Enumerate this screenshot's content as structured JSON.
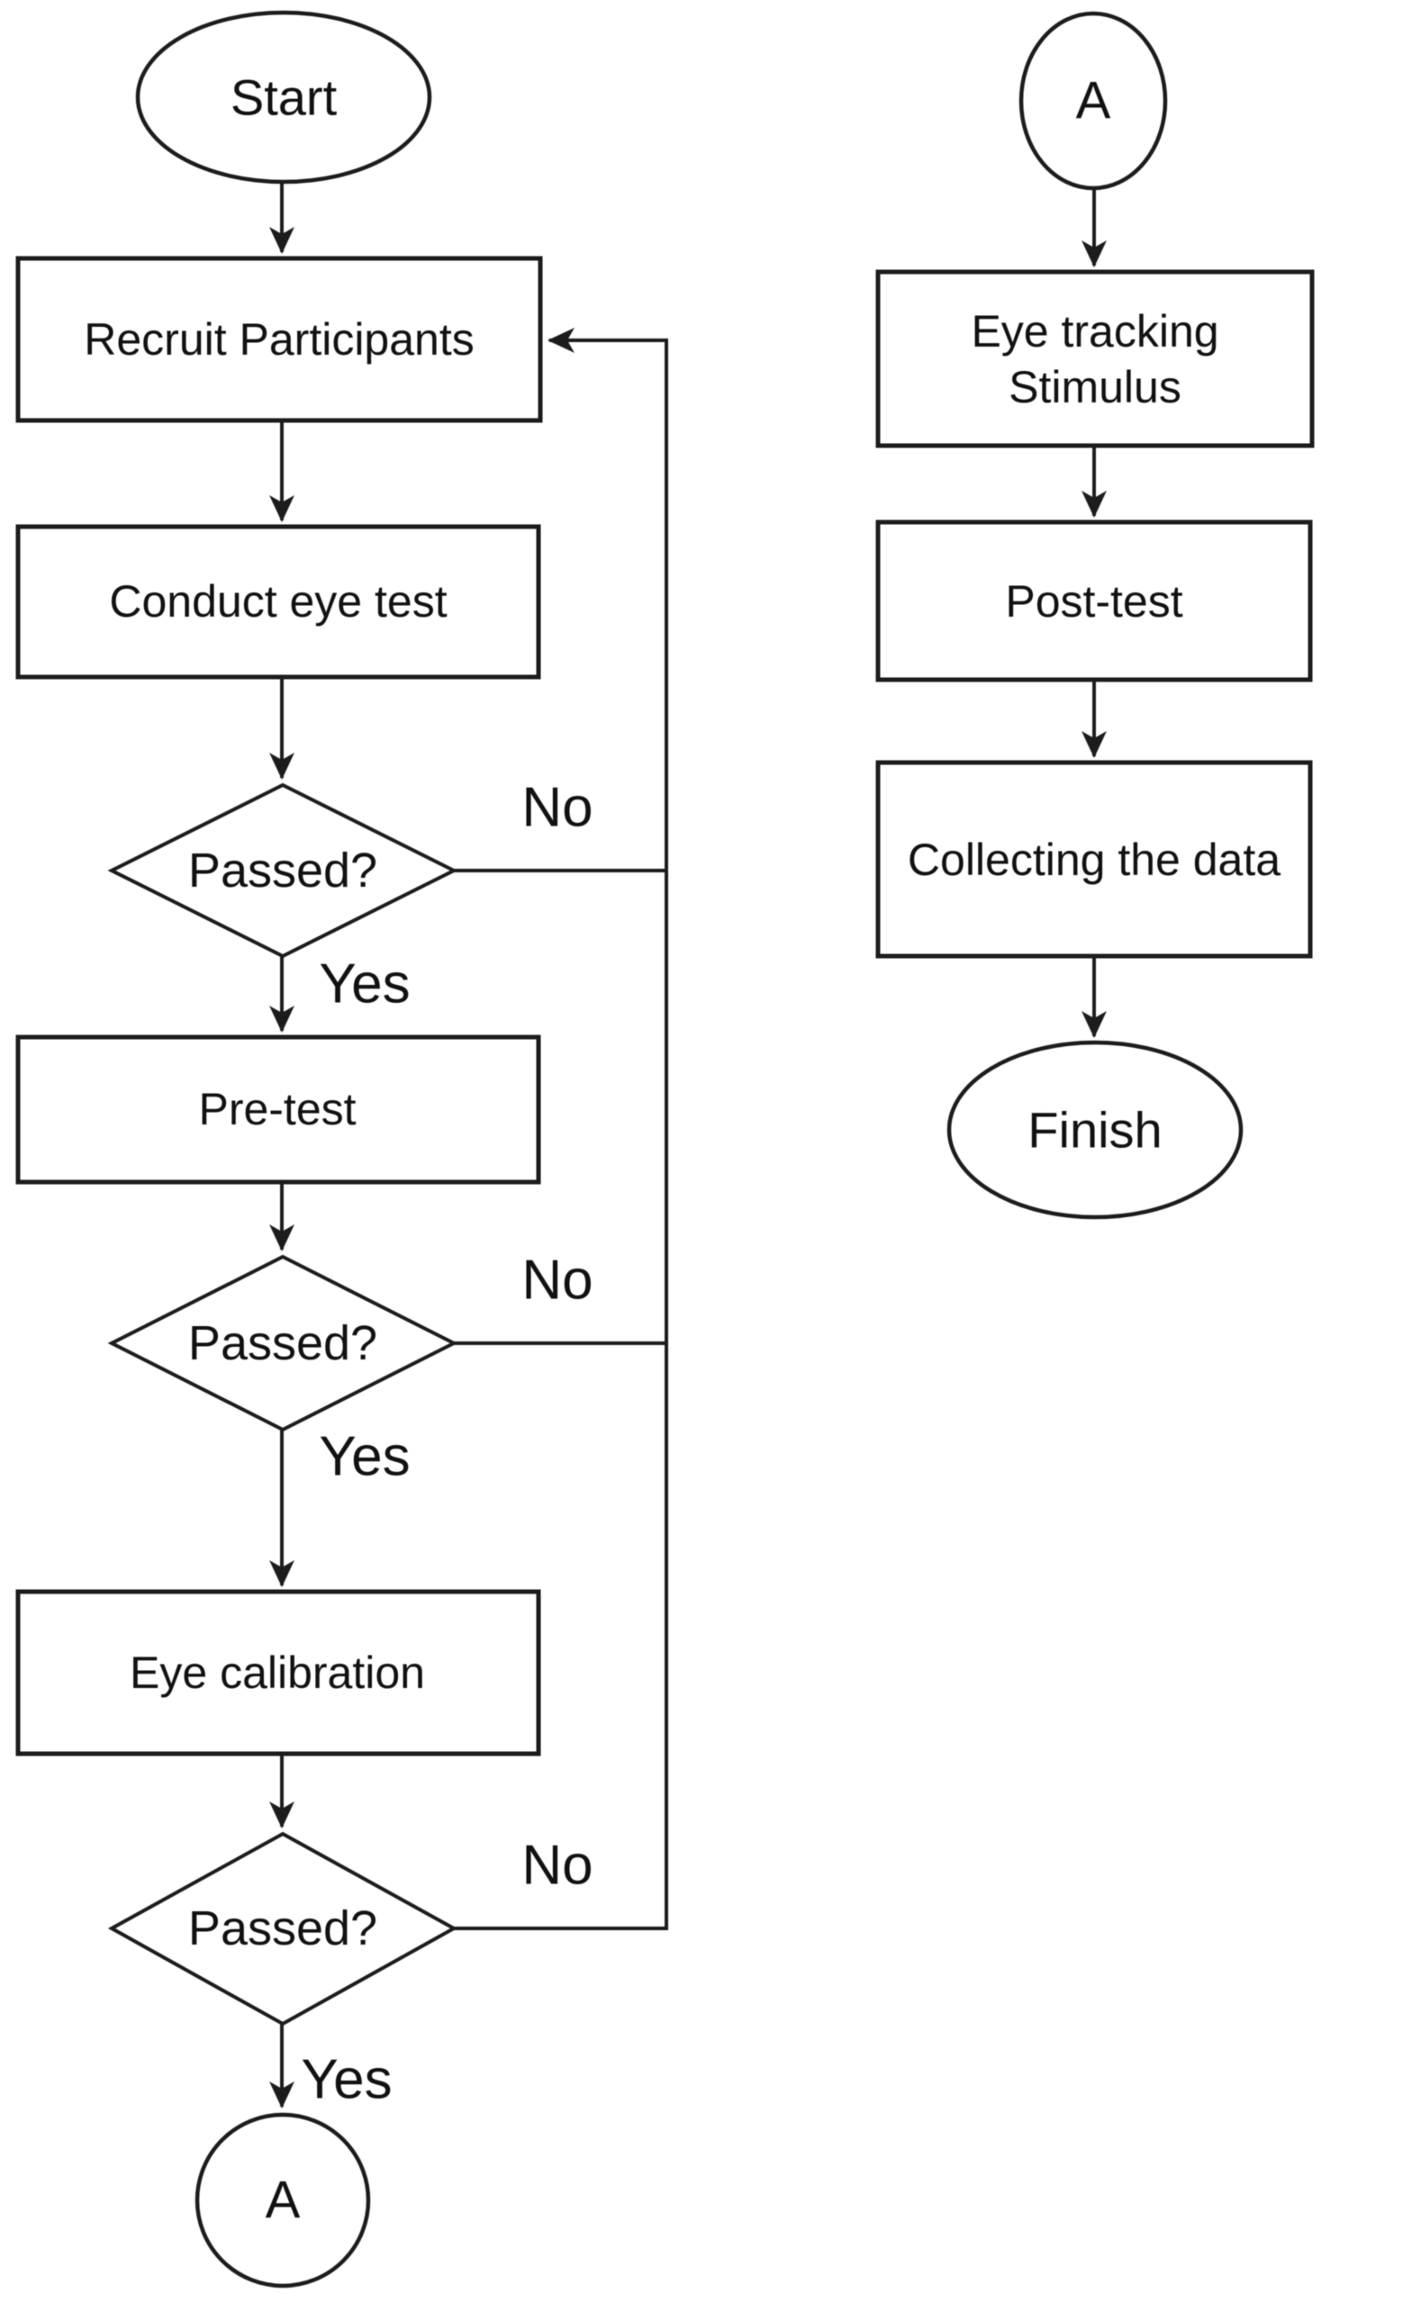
{
  "colors": {
    "background": "#ffffff",
    "shape_fill": "#ffffff",
    "stroke": "#1c1c1c",
    "text": "#111111"
  },
  "nodes": {
    "start": "Start",
    "recruit": "Recruit Participants",
    "conduct": "Conduct eye test",
    "passed1": "Passed?",
    "pretest": "Pre-test",
    "passed2": "Passed?",
    "calibration": "Eye calibration",
    "passed3": "Passed?",
    "connector_left": "A",
    "connector_right": "A",
    "stimulus_line1": "Eye tracking",
    "stimulus_line2": "Stimulus",
    "posttest": "Post-test",
    "collect": "Collecting the data",
    "finish": "Finish"
  },
  "edge_labels": {
    "passed1_no": "No",
    "passed1_yes": "Yes",
    "passed2_no": "No",
    "passed2_yes": "Yes",
    "passed3_no": "No",
    "passed3_yes": "Yes"
  },
  "edges": [
    {
      "from": "Start",
      "to": "Recruit Participants",
      "label": ""
    },
    {
      "from": "Recruit Participants",
      "to": "Conduct eye test",
      "label": ""
    },
    {
      "from": "Conduct eye test",
      "to": "Passed? (eye test)",
      "label": ""
    },
    {
      "from": "Passed? (eye test)",
      "to": "Pre-test",
      "label": "Yes"
    },
    {
      "from": "Passed? (eye test)",
      "to": "Recruit Participants",
      "label": "No"
    },
    {
      "from": "Pre-test",
      "to": "Passed? (pre-test)",
      "label": ""
    },
    {
      "from": "Passed? (pre-test)",
      "to": "Eye calibration",
      "label": "Yes"
    },
    {
      "from": "Passed? (pre-test)",
      "to": "Recruit Participants",
      "label": "No"
    },
    {
      "from": "Eye calibration",
      "to": "Passed? (calibration)",
      "label": ""
    },
    {
      "from": "Passed? (calibration)",
      "to": "A (connector)",
      "label": "Yes"
    },
    {
      "from": "Passed? (calibration)",
      "to": "Recruit Participants",
      "label": "No"
    },
    {
      "from": "A (connector)",
      "to": "Eye tracking Stimulus",
      "label": ""
    },
    {
      "from": "Eye tracking Stimulus",
      "to": "Post-test",
      "label": ""
    },
    {
      "from": "Post-test",
      "to": "Collecting the data",
      "label": ""
    },
    {
      "from": "Collecting the data",
      "to": "Finish",
      "label": ""
    }
  ]
}
